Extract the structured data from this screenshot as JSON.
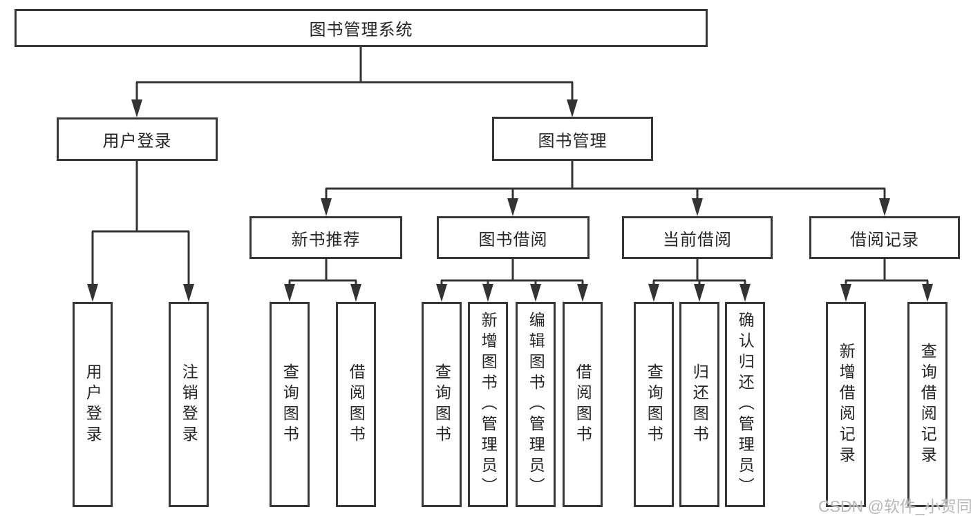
{
  "colors": {
    "line": "#333333",
    "box_border": "#363636",
    "text": "#262626",
    "watermark": "#b8b8b8"
  },
  "diagram": {
    "root": "图书管理系统",
    "branches": [
      {
        "label": "用户登录",
        "children": [
          "用户登录",
          "注销登录"
        ]
      },
      {
        "label": "图书管理",
        "groups": [
          {
            "label": "新书推荐",
            "children": [
              "查询图书",
              "借阅图书"
            ]
          },
          {
            "label": "图书借阅",
            "children": [
              "查询图书",
              "新增图书（管理员）",
              "编辑图书（管理员）",
              "借阅图书"
            ]
          },
          {
            "label": "当前借阅",
            "children": [
              "查询图书",
              "归还图书",
              "确认归还（管理员）"
            ]
          },
          {
            "label": "借阅记录",
            "children": [
              "新增借阅记录",
              "查询借阅记录"
            ]
          }
        ]
      }
    ]
  },
  "watermark": "CSDN @软件_小贺同学"
}
